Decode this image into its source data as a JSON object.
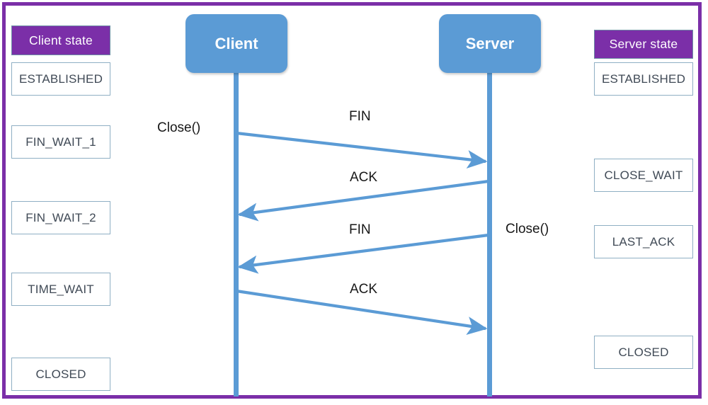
{
  "frame": {
    "border_color": "#7B2FA8",
    "background": "#ffffff"
  },
  "palette": {
    "purple": "#7B2FA8",
    "blue": "#5B9BD5",
    "box_border": "#8FAFC4",
    "text_dark": "#404A56"
  },
  "participants": [
    {
      "id": "client",
      "label": "Client"
    },
    {
      "id": "server",
      "label": "Server"
    }
  ],
  "client_column": {
    "header": "Client state",
    "states": [
      {
        "label": "ESTABLISHED"
      },
      {
        "label": "FIN_WAIT_1"
      },
      {
        "label": "FIN_WAIT_2"
      },
      {
        "label": "TIME_WAIT"
      },
      {
        "label": "CLOSED"
      }
    ]
  },
  "server_column": {
    "header": "Server state",
    "states": [
      {
        "label": "ESTABLISHED"
      },
      {
        "label": "CLOSE_WAIT"
      },
      {
        "label": "LAST_ACK"
      },
      {
        "label": "CLOSED"
      }
    ]
  },
  "messages": [
    {
      "label": "FIN",
      "from": "client",
      "to": "server"
    },
    {
      "label": "ACK",
      "from": "server",
      "to": "client"
    },
    {
      "label": "FIN",
      "from": "server",
      "to": "client"
    },
    {
      "label": "ACK",
      "from": "client",
      "to": "server"
    }
  ],
  "calls": [
    {
      "label": "Close()",
      "side": "client"
    },
    {
      "label": "Close()",
      "side": "server"
    }
  ]
}
